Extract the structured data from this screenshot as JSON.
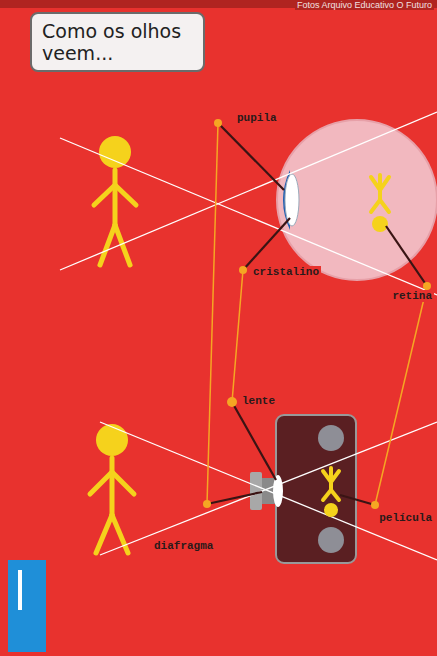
{
  "diagram": {
    "nodes": [
      {
        "text": [
          "Como os olhos veem..."
        ]
      }
    ],
    "labels": [
      "Fotos Arquivo Educativo O Futuro",
      "pupila",
      "cristalino",
      "retina",
      "lente",
      "película",
      "diafragma"
    ]
  }
}
